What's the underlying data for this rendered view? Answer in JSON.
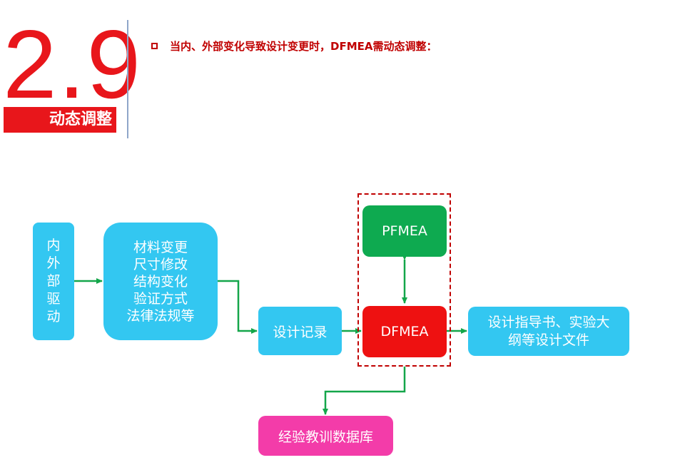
{
  "section": {
    "number": "2.9",
    "tag": "动态调整"
  },
  "heading": {
    "text": "当内、外部变化导致设计变更时，DFMEA需动态调整："
  },
  "diagram": {
    "drive_box": "内外部驱动",
    "changes_box": [
      "材料变更",
      "尺寸修改",
      "结构变化",
      "验证方式",
      "法律法规等"
    ],
    "record_box": "设计记录",
    "pfmea_box": "PFMEA",
    "dfmea_box": "DFMEA",
    "docs_box": [
      "设计指导书、实验大",
      "纲等设计文件"
    ],
    "lessons_box": "经验教训数据库"
  },
  "colors": {
    "accent_red": "#e8161b",
    "heading_red": "#c00000",
    "cyan": "#33c7f1",
    "green": "#0eaa50",
    "dfmea_red": "#ee1111",
    "pink": "#f33ca9",
    "arrow_green": "#14a64a"
  }
}
